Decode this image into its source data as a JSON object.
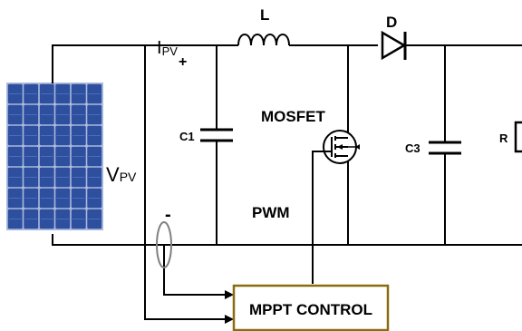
{
  "labels": {
    "inductor": "L",
    "diode": "D",
    "ipv_main": "I",
    "ipv_sub": "PV",
    "plus": "+",
    "minus": "-",
    "c1": "C1",
    "c3": "C3",
    "mosfet": "MOSFET",
    "pwm": "PWM",
    "resistor": "R",
    "vpv_main": "V",
    "vpv_sub": "PV",
    "mppt": "MPPT CONTROL"
  },
  "colors": {
    "wire": "#000000",
    "mppt_border": "#8b6b10",
    "sensor": "#808080",
    "panel_cell": "#2d4f9e",
    "panel_grid": "#aab9dd"
  }
}
